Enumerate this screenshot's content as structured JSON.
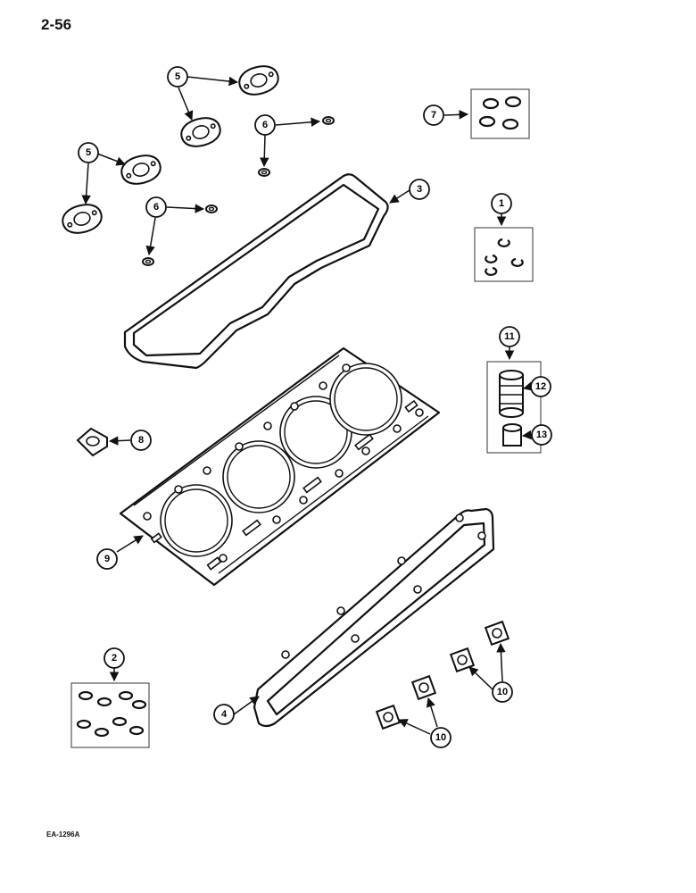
{
  "page_number": "2-56",
  "figure_code": "EA-1296A",
  "callouts": {
    "c1": "1",
    "c2": "2",
    "c3": "3",
    "c4": "4",
    "c5": "5",
    "c6": "6",
    "c7": "7",
    "c8": "8",
    "c9": "9",
    "c10": "10",
    "c11": "11",
    "c12": "12",
    "c13": "13"
  }
}
